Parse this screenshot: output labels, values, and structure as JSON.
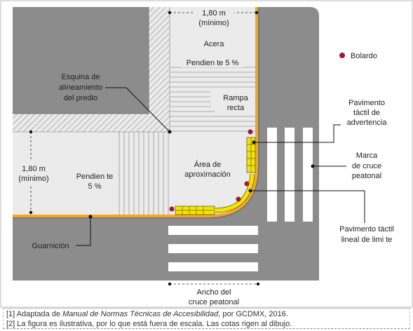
{
  "diagram": {
    "labels": {
      "width_top": "1,80 m",
      "width_top_sub": "(mínimo)",
      "sidewalk": "Acera",
      "slope_top": "Pendien te 5 %",
      "ramp_line1": "Rampa",
      "ramp_line2": "recta",
      "corner_line1": "Esquina de",
      "corner_line2": "alineamiento",
      "corner_line3": "del predio",
      "width_left": "1,80 m",
      "width_left_sub": "(mínimo)",
      "slope_left_line1": "Pendien te",
      "slope_left_line2": "5 %",
      "approach_line1": "Área de",
      "approach_line2": "aproximación",
      "curb": "Guarnición",
      "bollard": "Bolardo",
      "warning_line1": "Pavimento",
      "warning_line2": "táctil de",
      "warning_line3": "advertencia",
      "crossing_line1": "Marca",
      "crossing_line2": "de cruce",
      "crossing_line3": "peatonal",
      "limit_line1": "Pavimento táctil",
      "limit_line2": "lineal de limi te",
      "crosswidth_line1": "Ancho del",
      "crosswidth_line2": "cruce peatonal"
    },
    "colors": {
      "road": "#8c8c8c",
      "sidewalk": "#ebebeb",
      "curb": "#f5a623",
      "tactile": "#f2e500",
      "bollard": "#9e1b34",
      "marking": "#ffffff"
    }
  },
  "notes": {
    "n1_prefix": "[1] Adaptada de ",
    "n1_title": "Manual de Normas Técnicas de Accesibilidad",
    "n1_suffix": ", por GCDMX, 2016.",
    "n2": "[2] La figura es ilustrativa, por lo que está fuera de escala. Las cotas rigen al dibujo."
  }
}
